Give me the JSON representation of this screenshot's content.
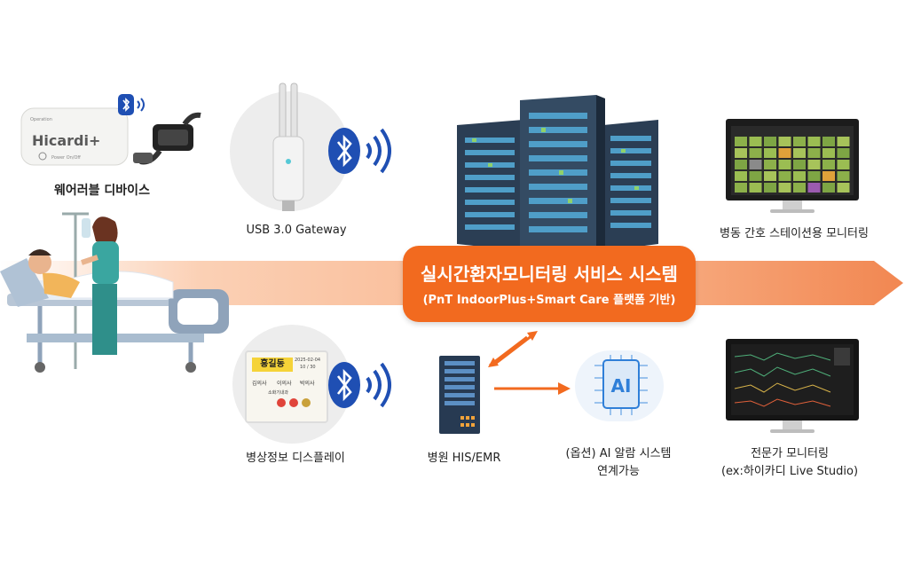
{
  "center": {
    "title": "실시간환자모니터링 서비스 시스템",
    "subtitle": "(PnT IndoorPlus+Smart Care 플랫폼 기반)"
  },
  "wearable": {
    "label": "웨어러블 디바이스",
    "device_brand": "Hicardi+",
    "device_small_text_1": "Operation",
    "device_small_text_2": "Power On/Off"
  },
  "gateway": {
    "label": "USB 3.0 Gateway"
  },
  "bedside_display": {
    "label": "병상정보 디스플레이",
    "patient_name": "홍길동",
    "date": "2025-02-04",
    "room": "10 / 30",
    "staff_1": "김의사",
    "staff_2": "이의사",
    "staff_3": "박의사",
    "note": "소화기내과"
  },
  "his": {
    "label": "병원 HIS/EMR"
  },
  "ai": {
    "chip_text": "AI",
    "label_line1": "(옵션) AI 알람 시스템",
    "label_line2": "연계가능"
  },
  "nurse_station": {
    "label": "병동 간호 스테이션용 모니터링"
  },
  "expert": {
    "label_line1": "전문가 모니터링",
    "label_line2": "(ex:하이카디 Live Studio)"
  },
  "colors": {
    "accent_orange": "#f26a1f",
    "bluetooth_blue": "#1f4fb3",
    "server_dark": "#25384d",
    "ai_blue": "#2f7fd8"
  },
  "icons": [
    "bluetooth-icon",
    "signal-waves-icon",
    "server-rack-icon",
    "ai-chip-icon",
    "monitor-icon",
    "hospital-bed-icon",
    "nurse-icon"
  ]
}
